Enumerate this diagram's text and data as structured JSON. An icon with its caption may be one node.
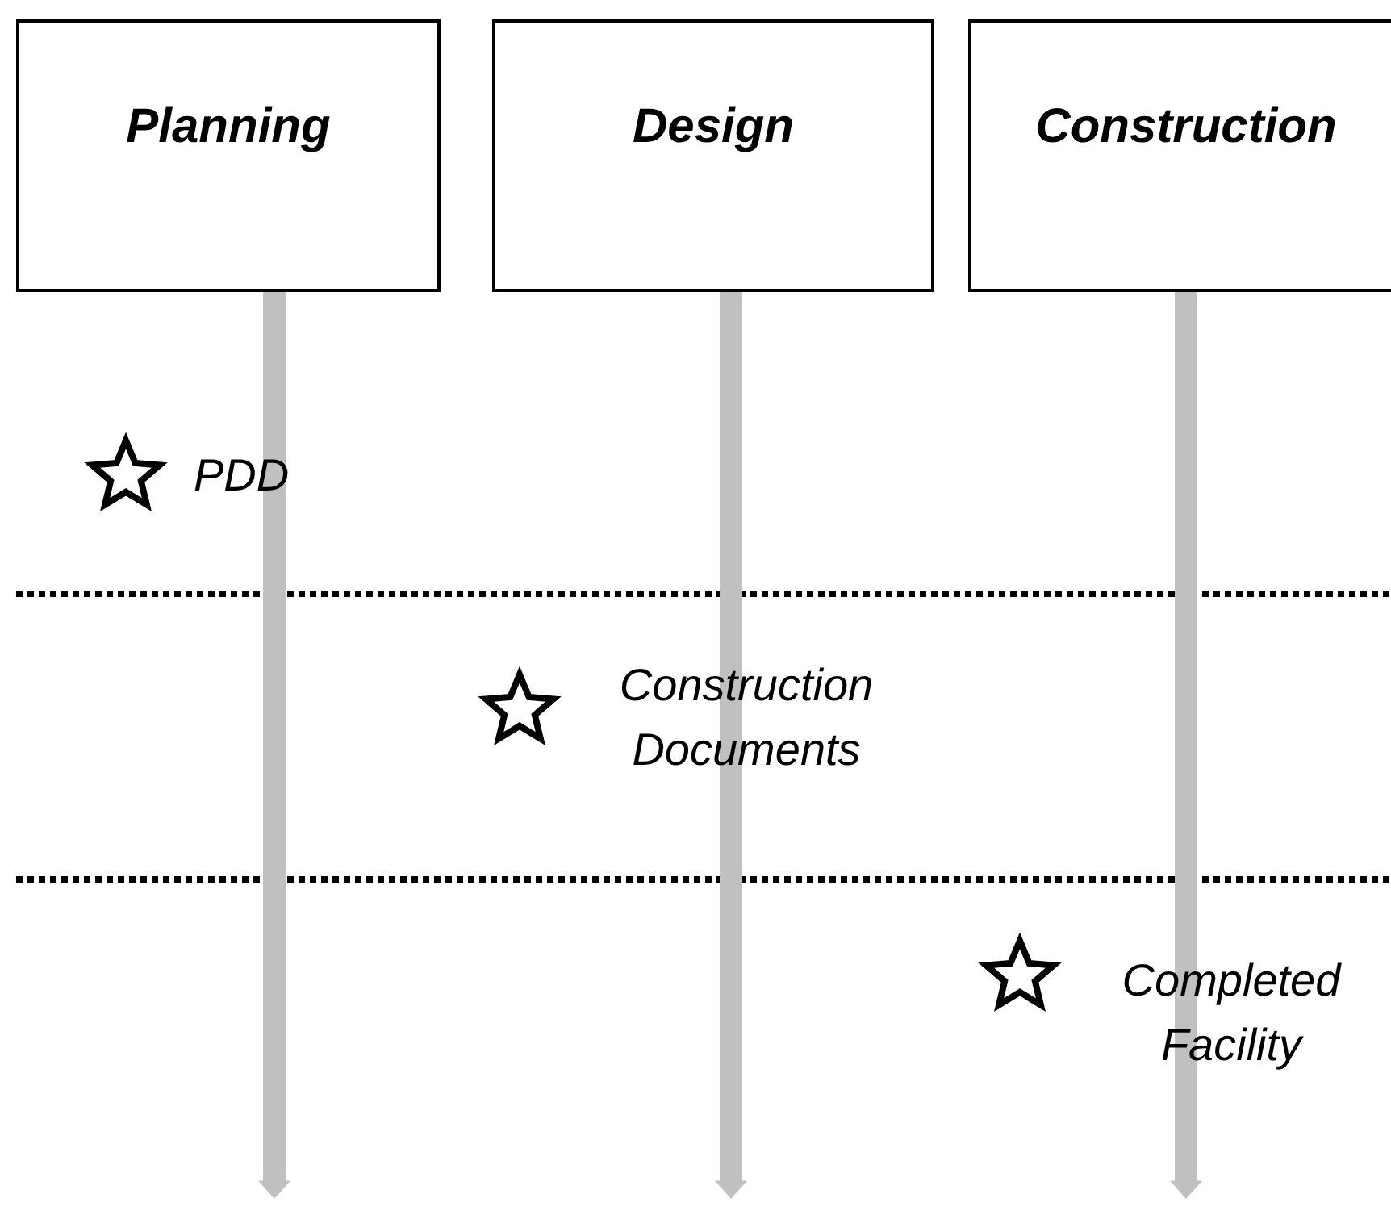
{
  "diagram": {
    "nodes": [
      {
        "text": [
          "Planning"
        ]
      },
      {
        "text": [
          "Design"
        ]
      },
      {
        "text": [
          "Construction"
        ]
      }
    ],
    "edges": [
      {
        "from": 0,
        "to": null,
        "arrow": "to"
      },
      {
        "from": 1,
        "to": null,
        "arrow": "to"
      },
      {
        "from": 2,
        "to": null,
        "arrow": "to"
      }
    ],
    "labels": [
      "PDD",
      "Construction Documents",
      "Completed Facility"
    ]
  }
}
